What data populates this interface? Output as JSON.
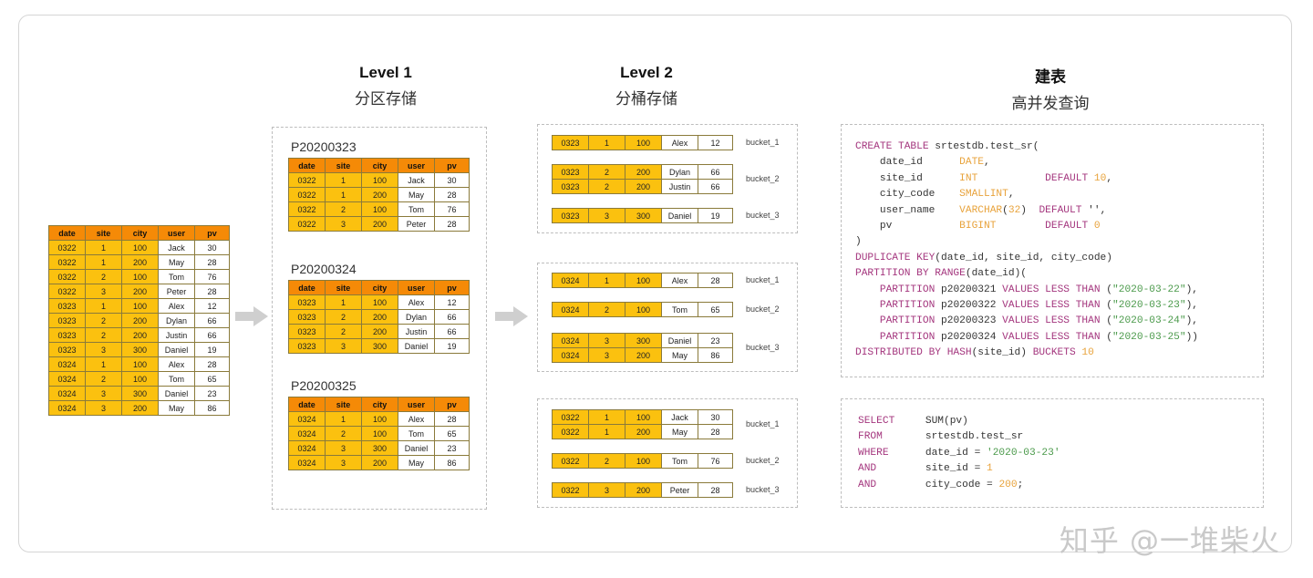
{
  "headings": {
    "level1": {
      "title": "Level 1",
      "subtitle": "分区存储"
    },
    "level2": {
      "title": "Level 2",
      "subtitle": "分桶存储"
    },
    "create": {
      "title": "建表",
      "subtitle": "高并发查询"
    }
  },
  "columns": [
    "date",
    "site",
    "city",
    "user",
    "pv"
  ],
  "source_rows": [
    [
      "0322",
      "1",
      "100",
      "Jack",
      "30"
    ],
    [
      "0322",
      "1",
      "200",
      "May",
      "28"
    ],
    [
      "0322",
      "2",
      "100",
      "Tom",
      "76"
    ],
    [
      "0322",
      "3",
      "200",
      "Peter",
      "28"
    ],
    [
      "0323",
      "1",
      "100",
      "Alex",
      "12"
    ],
    [
      "0323",
      "2",
      "200",
      "Dylan",
      "66"
    ],
    [
      "0323",
      "2",
      "200",
      "Justin",
      "66"
    ],
    [
      "0323",
      "3",
      "300",
      "Daniel",
      "19"
    ],
    [
      "0324",
      "1",
      "100",
      "Alex",
      "28"
    ],
    [
      "0324",
      "2",
      "100",
      "Tom",
      "65"
    ],
    [
      "0324",
      "3",
      "300",
      "Daniel",
      "23"
    ],
    [
      "0324",
      "3",
      "200",
      "May",
      "86"
    ]
  ],
  "partitions": [
    {
      "name": "P20200323",
      "rows": [
        [
          "0322",
          "1",
          "100",
          "Jack",
          "30"
        ],
        [
          "0322",
          "1",
          "200",
          "May",
          "28"
        ],
        [
          "0322",
          "2",
          "100",
          "Tom",
          "76"
        ],
        [
          "0322",
          "3",
          "200",
          "Peter",
          "28"
        ]
      ]
    },
    {
      "name": "P20200324",
      "rows": [
        [
          "0323",
          "1",
          "100",
          "Alex",
          "12"
        ],
        [
          "0323",
          "2",
          "200",
          "Dylan",
          "66"
        ],
        [
          "0323",
          "2",
          "200",
          "Justin",
          "66"
        ],
        [
          "0323",
          "3",
          "300",
          "Daniel",
          "19"
        ]
      ]
    },
    {
      "name": "P20200325",
      "rows": [
        [
          "0324",
          "1",
          "100",
          "Alex",
          "28"
        ],
        [
          "0324",
          "2",
          "100",
          "Tom",
          "65"
        ],
        [
          "0324",
          "3",
          "300",
          "Daniel",
          "23"
        ],
        [
          "0324",
          "3",
          "200",
          "May",
          "86"
        ]
      ]
    }
  ],
  "bucket_groups": [
    {
      "buckets": [
        {
          "label": "bucket_1",
          "rows": [
            [
              "0323",
              "1",
              "100",
              "Alex",
              "12"
            ]
          ]
        },
        {
          "label": "bucket_2",
          "rows": [
            [
              "0323",
              "2",
              "200",
              "Dylan",
              "66"
            ],
            [
              "0323",
              "2",
              "200",
              "Justin",
              "66"
            ]
          ]
        },
        {
          "label": "bucket_3",
          "rows": [
            [
              "0323",
              "3",
              "300",
              "Daniel",
              "19"
            ]
          ]
        }
      ]
    },
    {
      "buckets": [
        {
          "label": "bucket_1",
          "rows": [
            [
              "0324",
              "1",
              "100",
              "Alex",
              "28"
            ]
          ]
        },
        {
          "label": "bucket_2",
          "rows": [
            [
              "0324",
              "2",
              "100",
              "Tom",
              "65"
            ]
          ]
        },
        {
          "label": "bucket_3",
          "rows": [
            [
              "0324",
              "3",
              "300",
              "Daniel",
              "23"
            ],
            [
              "0324",
              "3",
              "200",
              "May",
              "86"
            ]
          ]
        }
      ]
    },
    {
      "buckets": [
        {
          "label": "bucket_1",
          "rows": [
            [
              "0322",
              "1",
              "100",
              "Jack",
              "30"
            ],
            [
              "0322",
              "1",
              "200",
              "May",
              "28"
            ]
          ]
        },
        {
          "label": "bucket_2",
          "rows": [
            [
              "0322",
              "2",
              "100",
              "Tom",
              "76"
            ]
          ]
        },
        {
          "label": "bucket_3",
          "rows": [
            [
              "0322",
              "3",
              "200",
              "Peter",
              "28"
            ]
          ]
        }
      ]
    }
  ],
  "create_sql": [
    [
      [
        "kw",
        "CREATE TABLE"
      ],
      [
        "p",
        " srtestdb.test_sr("
      ]
    ],
    [
      [
        "p",
        "    date_id      "
      ],
      [
        "ty",
        "DATE"
      ],
      [
        "p",
        ","
      ]
    ],
    [
      [
        "p",
        "    site_id      "
      ],
      [
        "ty",
        "INT"
      ],
      [
        "p",
        "           "
      ],
      [
        "kw",
        "DEFAULT"
      ],
      [
        "p",
        " "
      ],
      [
        "num",
        "10"
      ],
      [
        "p",
        ","
      ]
    ],
    [
      [
        "p",
        "    city_code    "
      ],
      [
        "ty",
        "SMALLINT"
      ],
      [
        "p",
        ","
      ]
    ],
    [
      [
        "p",
        "    user_name    "
      ],
      [
        "ty",
        "VARCHAR"
      ],
      [
        "p",
        "("
      ],
      [
        "num",
        "32"
      ],
      [
        "p",
        ")  "
      ],
      [
        "kw",
        "DEFAULT"
      ],
      [
        "p",
        " '',"
      ]
    ],
    [
      [
        "p",
        "    pv           "
      ],
      [
        "ty",
        "BIGINT"
      ],
      [
        "p",
        "        "
      ],
      [
        "kw",
        "DEFAULT"
      ],
      [
        "p",
        " "
      ],
      [
        "num",
        "0"
      ]
    ],
    [
      [
        "p",
        ")"
      ]
    ],
    [
      [
        "kw",
        "DUPLICATE KEY"
      ],
      [
        "p",
        "(date_id, site_id, city_code)"
      ]
    ],
    [
      [
        "kw",
        "PARTITION BY RANGE"
      ],
      [
        "p",
        "(date_id)("
      ]
    ],
    [
      [
        "p",
        "    "
      ],
      [
        "kw",
        "PARTITION"
      ],
      [
        "p",
        " p20200321 "
      ],
      [
        "kw",
        "VALUES LESS THAN"
      ],
      [
        "p",
        " ("
      ],
      [
        "str",
        "\"2020-03-22\""
      ],
      [
        "p",
        "),"
      ]
    ],
    [
      [
        "p",
        "    "
      ],
      [
        "kw",
        "PARTITION"
      ],
      [
        "p",
        " p20200322 "
      ],
      [
        "kw",
        "VALUES LESS THAN"
      ],
      [
        "p",
        " ("
      ],
      [
        "str",
        "\"2020-03-23\""
      ],
      [
        "p",
        "),"
      ]
    ],
    [
      [
        "p",
        "    "
      ],
      [
        "kw",
        "PARTITION"
      ],
      [
        "p",
        " p20200323 "
      ],
      [
        "kw",
        "VALUES LESS THAN"
      ],
      [
        "p",
        " ("
      ],
      [
        "str",
        "\"2020-03-24\""
      ],
      [
        "p",
        "),"
      ]
    ],
    [
      [
        "p",
        "    "
      ],
      [
        "kw",
        "PARTITION"
      ],
      [
        "p",
        " p20200324 "
      ],
      [
        "kw",
        "VALUES LESS THAN"
      ],
      [
        "p",
        " ("
      ],
      [
        "str",
        "\"2020-03-25\""
      ],
      [
        "p",
        "))"
      ]
    ],
    [
      [
        "kw",
        "DISTRIBUTED BY HASH"
      ],
      [
        "p",
        "(site_id) "
      ],
      [
        "kw",
        "BUCKETS"
      ],
      [
        "p",
        " "
      ],
      [
        "num",
        "10"
      ]
    ]
  ],
  "select_sql": [
    [
      [
        "kw",
        "SELECT"
      ],
      [
        "p",
        "     SUM(pv)"
      ]
    ],
    [
      [
        "kw",
        "FROM"
      ],
      [
        "p",
        "       srtestdb.test_sr"
      ]
    ],
    [
      [
        "kw",
        "WHERE"
      ],
      [
        "p",
        "      date_id = "
      ],
      [
        "str",
        "'2020-03-23'"
      ]
    ],
    [
      [
        "kw",
        "AND"
      ],
      [
        "p",
        "        site_id = "
      ],
      [
        "num",
        "1"
      ]
    ],
    [
      [
        "kw",
        "AND"
      ],
      [
        "p",
        "        city_code = "
      ],
      [
        "num",
        "200"
      ],
      [
        "p",
        ";"
      ]
    ]
  ],
  "watermark": "知乎 @一堆柴火",
  "icons": {
    "arrow": "right-arrow-icon"
  },
  "colors": {
    "header": "#f58a07",
    "cell": "#fbc10f",
    "keyword": "#a4367e",
    "type": "#e8a33c",
    "string": "#4b9a4b"
  }
}
